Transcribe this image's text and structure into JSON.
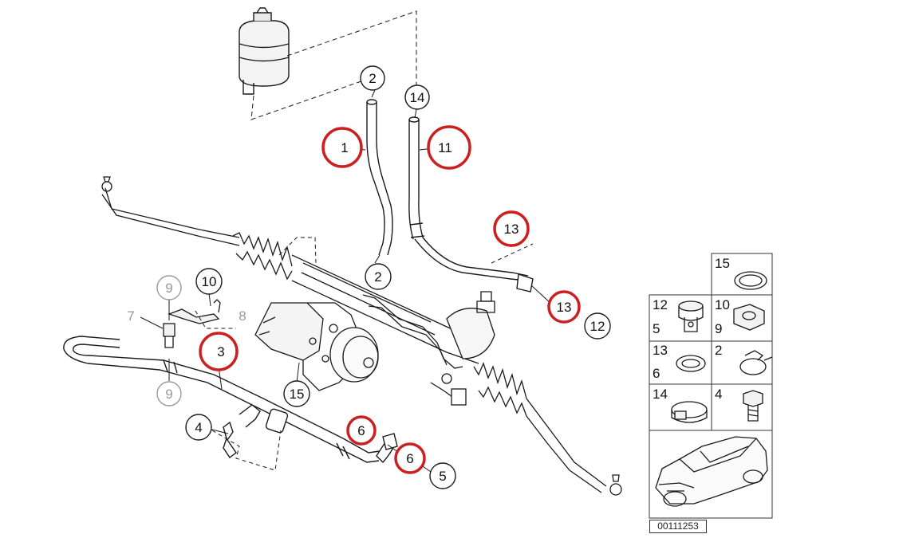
{
  "diagram": {
    "part_number_code": "00111253",
    "callouts": [
      {
        "id": "c-2-top",
        "label": "2",
        "highlight": false,
        "muted": false
      },
      {
        "id": "c-14",
        "label": "14",
        "highlight": false,
        "muted": false
      },
      {
        "id": "c-1",
        "label": "1",
        "highlight": true,
        "muted": false
      },
      {
        "id": "c-11",
        "label": "11",
        "highlight": true,
        "muted": false
      },
      {
        "id": "c-13-top",
        "label": "13",
        "highlight": true,
        "muted": false
      },
      {
        "id": "c-2-mid",
        "label": "2",
        "highlight": false,
        "muted": false
      },
      {
        "id": "c-13-right",
        "label": "13",
        "highlight": true,
        "muted": false
      },
      {
        "id": "c-12",
        "label": "12",
        "highlight": false,
        "muted": false
      },
      {
        "id": "c-9-top",
        "label": "9",
        "highlight": false,
        "muted": true
      },
      {
        "id": "c-10",
        "label": "10",
        "highlight": false,
        "muted": false
      },
      {
        "id": "c-7",
        "label": "7",
        "highlight": false,
        "muted": true
      },
      {
        "id": "c-8",
        "label": "8",
        "highlight": false,
        "muted": true
      },
      {
        "id": "c-3",
        "label": "3",
        "highlight": true,
        "muted": false
      },
      {
        "id": "c-15",
        "label": "15",
        "highlight": false,
        "muted": false
      },
      {
        "id": "c-9-bottom",
        "label": "9",
        "highlight": false,
        "muted": true
      },
      {
        "id": "c-4",
        "label": "4",
        "highlight": false,
        "muted": false
      },
      {
        "id": "c-6-left",
        "label": "6",
        "highlight": true,
        "muted": false
      },
      {
        "id": "c-6-right",
        "label": "6",
        "highlight": true,
        "muted": false
      },
      {
        "id": "c-5",
        "label": "5",
        "highlight": false,
        "muted": false
      }
    ],
    "legend": {
      "cells": [
        {
          "labels": [
            "15"
          ]
        },
        {
          "labels": [
            "12",
            "5"
          ]
        },
        {
          "labels": [
            "10",
            "9"
          ]
        },
        {
          "labels": [
            "13",
            "6"
          ]
        },
        {
          "labels": [
            "2"
          ]
        },
        {
          "labels": [
            "14"
          ]
        },
        {
          "labels": [
            "4"
          ]
        }
      ]
    },
    "colors": {
      "highlight_ring": "#cc1f1f",
      "line": "#1a1a1a",
      "muted": "#9a9a9a"
    }
  }
}
